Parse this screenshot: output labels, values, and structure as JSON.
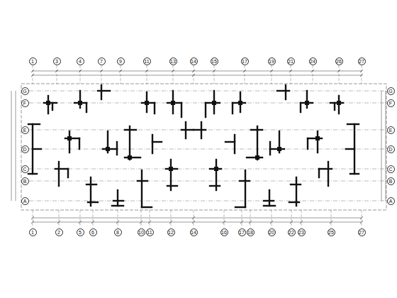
{
  "diagram": {
    "nodes": [
      {
        "text": [
          "1"
        ]
      },
      {
        "text": [
          "3"
        ]
      },
      {
        "text": [
          "4"
        ]
      },
      {
        "text": [
          "7"
        ]
      },
      {
        "text": [
          "9"
        ]
      },
      {
        "text": [
          "11"
        ]
      },
      {
        "text": [
          "13"
        ]
      },
      {
        "text": [
          "14"
        ]
      },
      {
        "text": [
          "15"
        ]
      },
      {
        "text": [
          "17"
        ]
      },
      {
        "text": [
          "19"
        ]
      },
      {
        "text": [
          "21"
        ]
      },
      {
        "text": [
          "24"
        ]
      },
      {
        "text": [
          "26"
        ]
      },
      {
        "text": [
          "27"
        ]
      },
      {
        "text": [
          "G"
        ]
      },
      {
        "text": [
          "F"
        ]
      },
      {
        "text": [
          "E"
        ]
      },
      {
        "text": [
          "D"
        ]
      },
      {
        "text": [
          "C"
        ]
      },
      {
        "text": [
          "B"
        ]
      },
      {
        "text": [
          "A"
        ]
      },
      {
        "text": [
          "G"
        ]
      },
      {
        "text": [
          "F"
        ]
      },
      {
        "text": [
          "E"
        ]
      },
      {
        "text": [
          "D"
        ]
      },
      {
        "text": [
          "C"
        ]
      },
      {
        "text": [
          "B"
        ]
      },
      {
        "text": [
          "A"
        ]
      },
      {
        "text": [
          "1"
        ]
      },
      {
        "text": [
          "2"
        ]
      },
      {
        "text": [
          "5"
        ]
      },
      {
        "text": [
          "6"
        ]
      },
      {
        "text": [
          "8"
        ]
      },
      {
        "text": [
          "10"
        ]
      },
      {
        "text": [
          "11"
        ]
      },
      {
        "text": [
          "12"
        ]
      },
      {
        "text": [
          "14"
        ]
      },
      {
        "text": [
          "16"
        ]
      },
      {
        "text": [
          "17"
        ]
      },
      {
        "text": [
          "18"
        ]
      },
      {
        "text": [
          "20"
        ]
      },
      {
        "text": [
          "22"
        ]
      },
      {
        "text": [
          "23"
        ]
      },
      {
        "text": [
          "25"
        ]
      },
      {
        "text": [
          "27"
        ]
      }
    ]
  }
}
